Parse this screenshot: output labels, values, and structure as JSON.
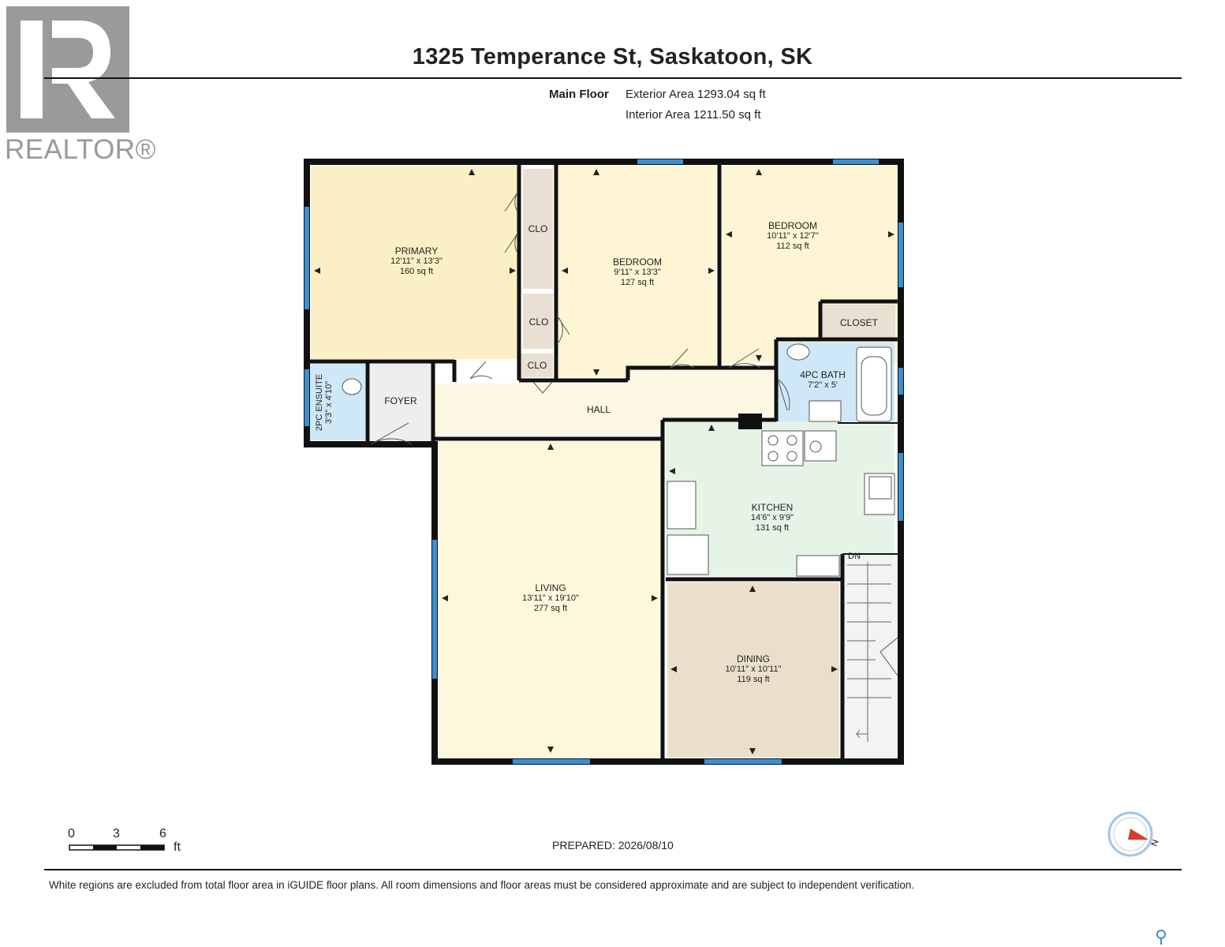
{
  "header": {
    "title": "1325 Temperance St, Saskatoon, SK",
    "floor_label": "Main Floor",
    "exterior_area": "Exterior Area 1293.04 sq ft",
    "interior_area": "Interior Area 1211.50 sq ft"
  },
  "logo": {
    "wordmark": "REALTOR®"
  },
  "rooms": {
    "primary": {
      "name": "PRIMARY",
      "dims": "12'11\" x 13'3\"",
      "area": "160 sq ft"
    },
    "bedroom1": {
      "name": "BEDROOM",
      "dims": "9'11\" x 13'3\"",
      "area": "127 sq ft"
    },
    "bedroom2": {
      "name": "BEDROOM",
      "dims": "10'11\" x 12'7\"",
      "area": "112 sq ft"
    },
    "bath4pc": {
      "name": "4PC BATH",
      "dims": "7'2\" x 5'"
    },
    "ensuite": {
      "name": "2PC ENSUITE",
      "dims": "3'3\" x 4'10\""
    },
    "foyer": {
      "name": "FOYER"
    },
    "hall": {
      "name": "HALL"
    },
    "closet": {
      "name": "CLOSET"
    },
    "clo1": {
      "name": "CLO"
    },
    "clo2": {
      "name": "CLO"
    },
    "clo3": {
      "name": "CLO"
    },
    "kitchen": {
      "name": "KITCHEN",
      "dims": "14'6\" x 9'9\"",
      "area": "131 sq ft"
    },
    "living": {
      "name": "LIVING",
      "dims": "13'11\" x 19'10\"",
      "area": "277 sq ft"
    },
    "dining": {
      "name": "DINING",
      "dims": "10'11\" x 10'11\"",
      "area": "119 sq ft"
    },
    "stairs": {
      "label": "DN"
    }
  },
  "scale": {
    "ticks": [
      "0",
      "3",
      "6"
    ],
    "unit": "ft"
  },
  "prepared": "PREPARED: 2026/08/10",
  "compass": {
    "label": "N"
  },
  "disclaimer": "White regions are excluded from total floor area in iGUIDE floor plans. All room dimensions and floor areas must be considered approximate and are subject to independent verification.",
  "colors": {
    "primary_fill": "#fbf0c5",
    "bedroom_fill": "#fdf5d3",
    "bath_fill": "#cfe8f7",
    "kitchen_fill": "#e6f4e7",
    "dining_fill": "#ebdfcc",
    "living_fill": "#fdf8dc",
    "closet_fill": "#e9dfd2",
    "hall_fill": "#fbf7e2",
    "wall": "#111111",
    "window": "#3d8fcf",
    "logo_gray": "#9a9a9a"
  }
}
